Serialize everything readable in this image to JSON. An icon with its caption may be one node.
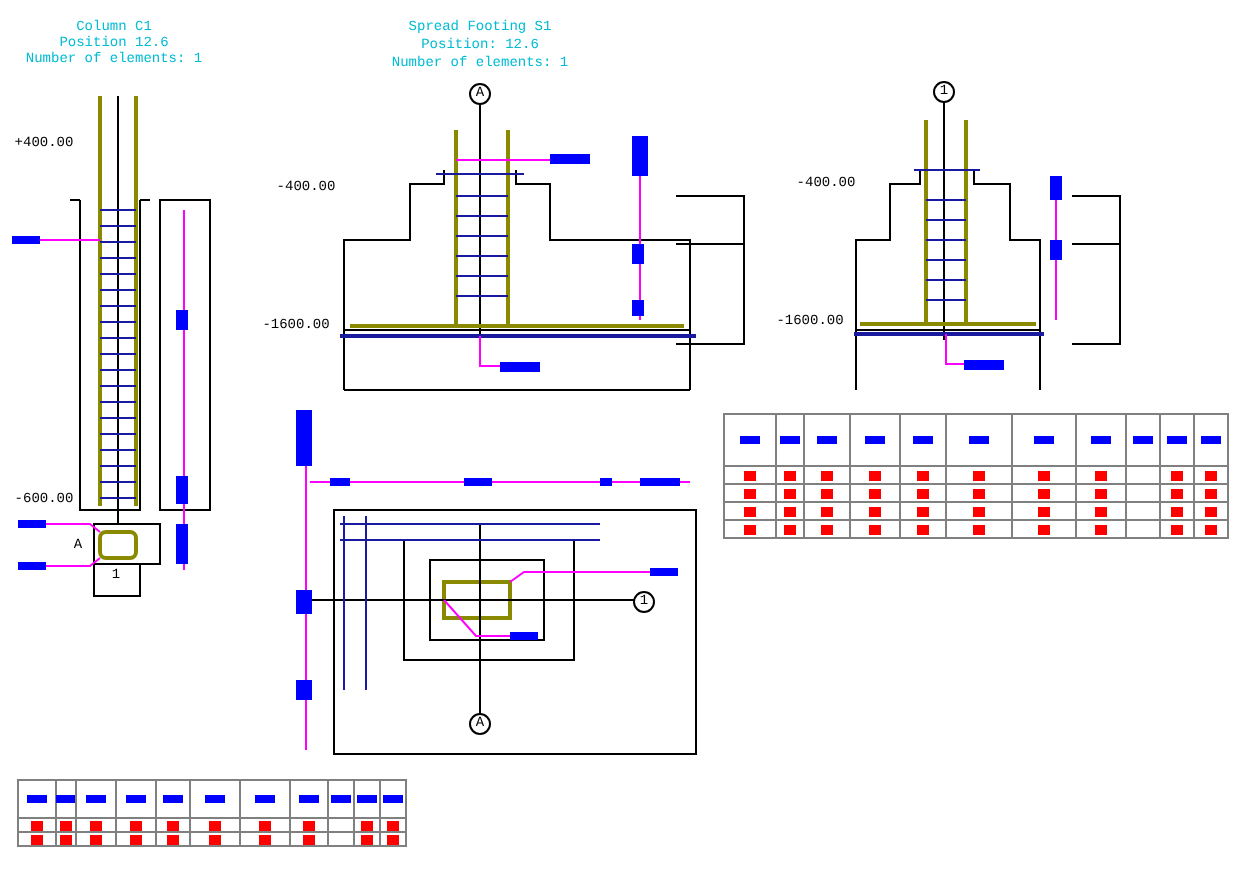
{
  "diagram": {
    "labels": [
      "Column C1",
      "Position 12.6",
      "Number of elements: 1",
      "Spread Footing S1",
      "Position: 12.6",
      "Number of elements: 1",
      "A",
      "1",
      "+400.00",
      "-400.00",
      "-400.00",
      "-1600.00",
      "-1600.00",
      "-600.00",
      "A",
      "1",
      "1",
      "A"
    ]
  }
}
